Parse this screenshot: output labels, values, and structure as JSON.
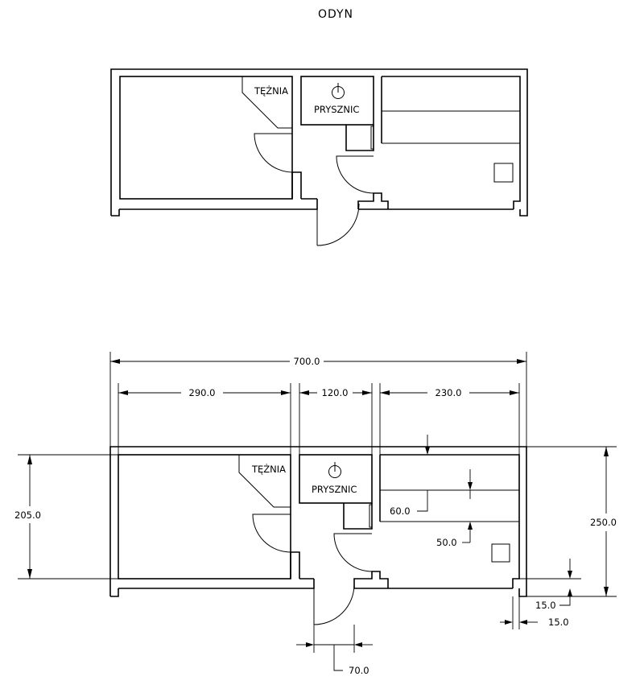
{
  "title": "ODYN",
  "plan_top": {
    "label_tezhnia": "TĘŻNIA",
    "label_prysznic": "PRYSZNIC"
  },
  "plan_bottom": {
    "label_tezhnia": "TĘŻNIA",
    "label_prysznic": "PRYSZNIC"
  },
  "dimensions": {
    "total_width": "700.0",
    "room_left": "290.0",
    "room_middle": "120.0",
    "room_right": "230.0",
    "shelf_gap": "60.0",
    "shelf_gap_2": "50.0",
    "inner_height": "205.0",
    "outer_height": "250.0",
    "wall_a": "15.0",
    "wall_b": "15.0",
    "door_width": "70.0"
  }
}
